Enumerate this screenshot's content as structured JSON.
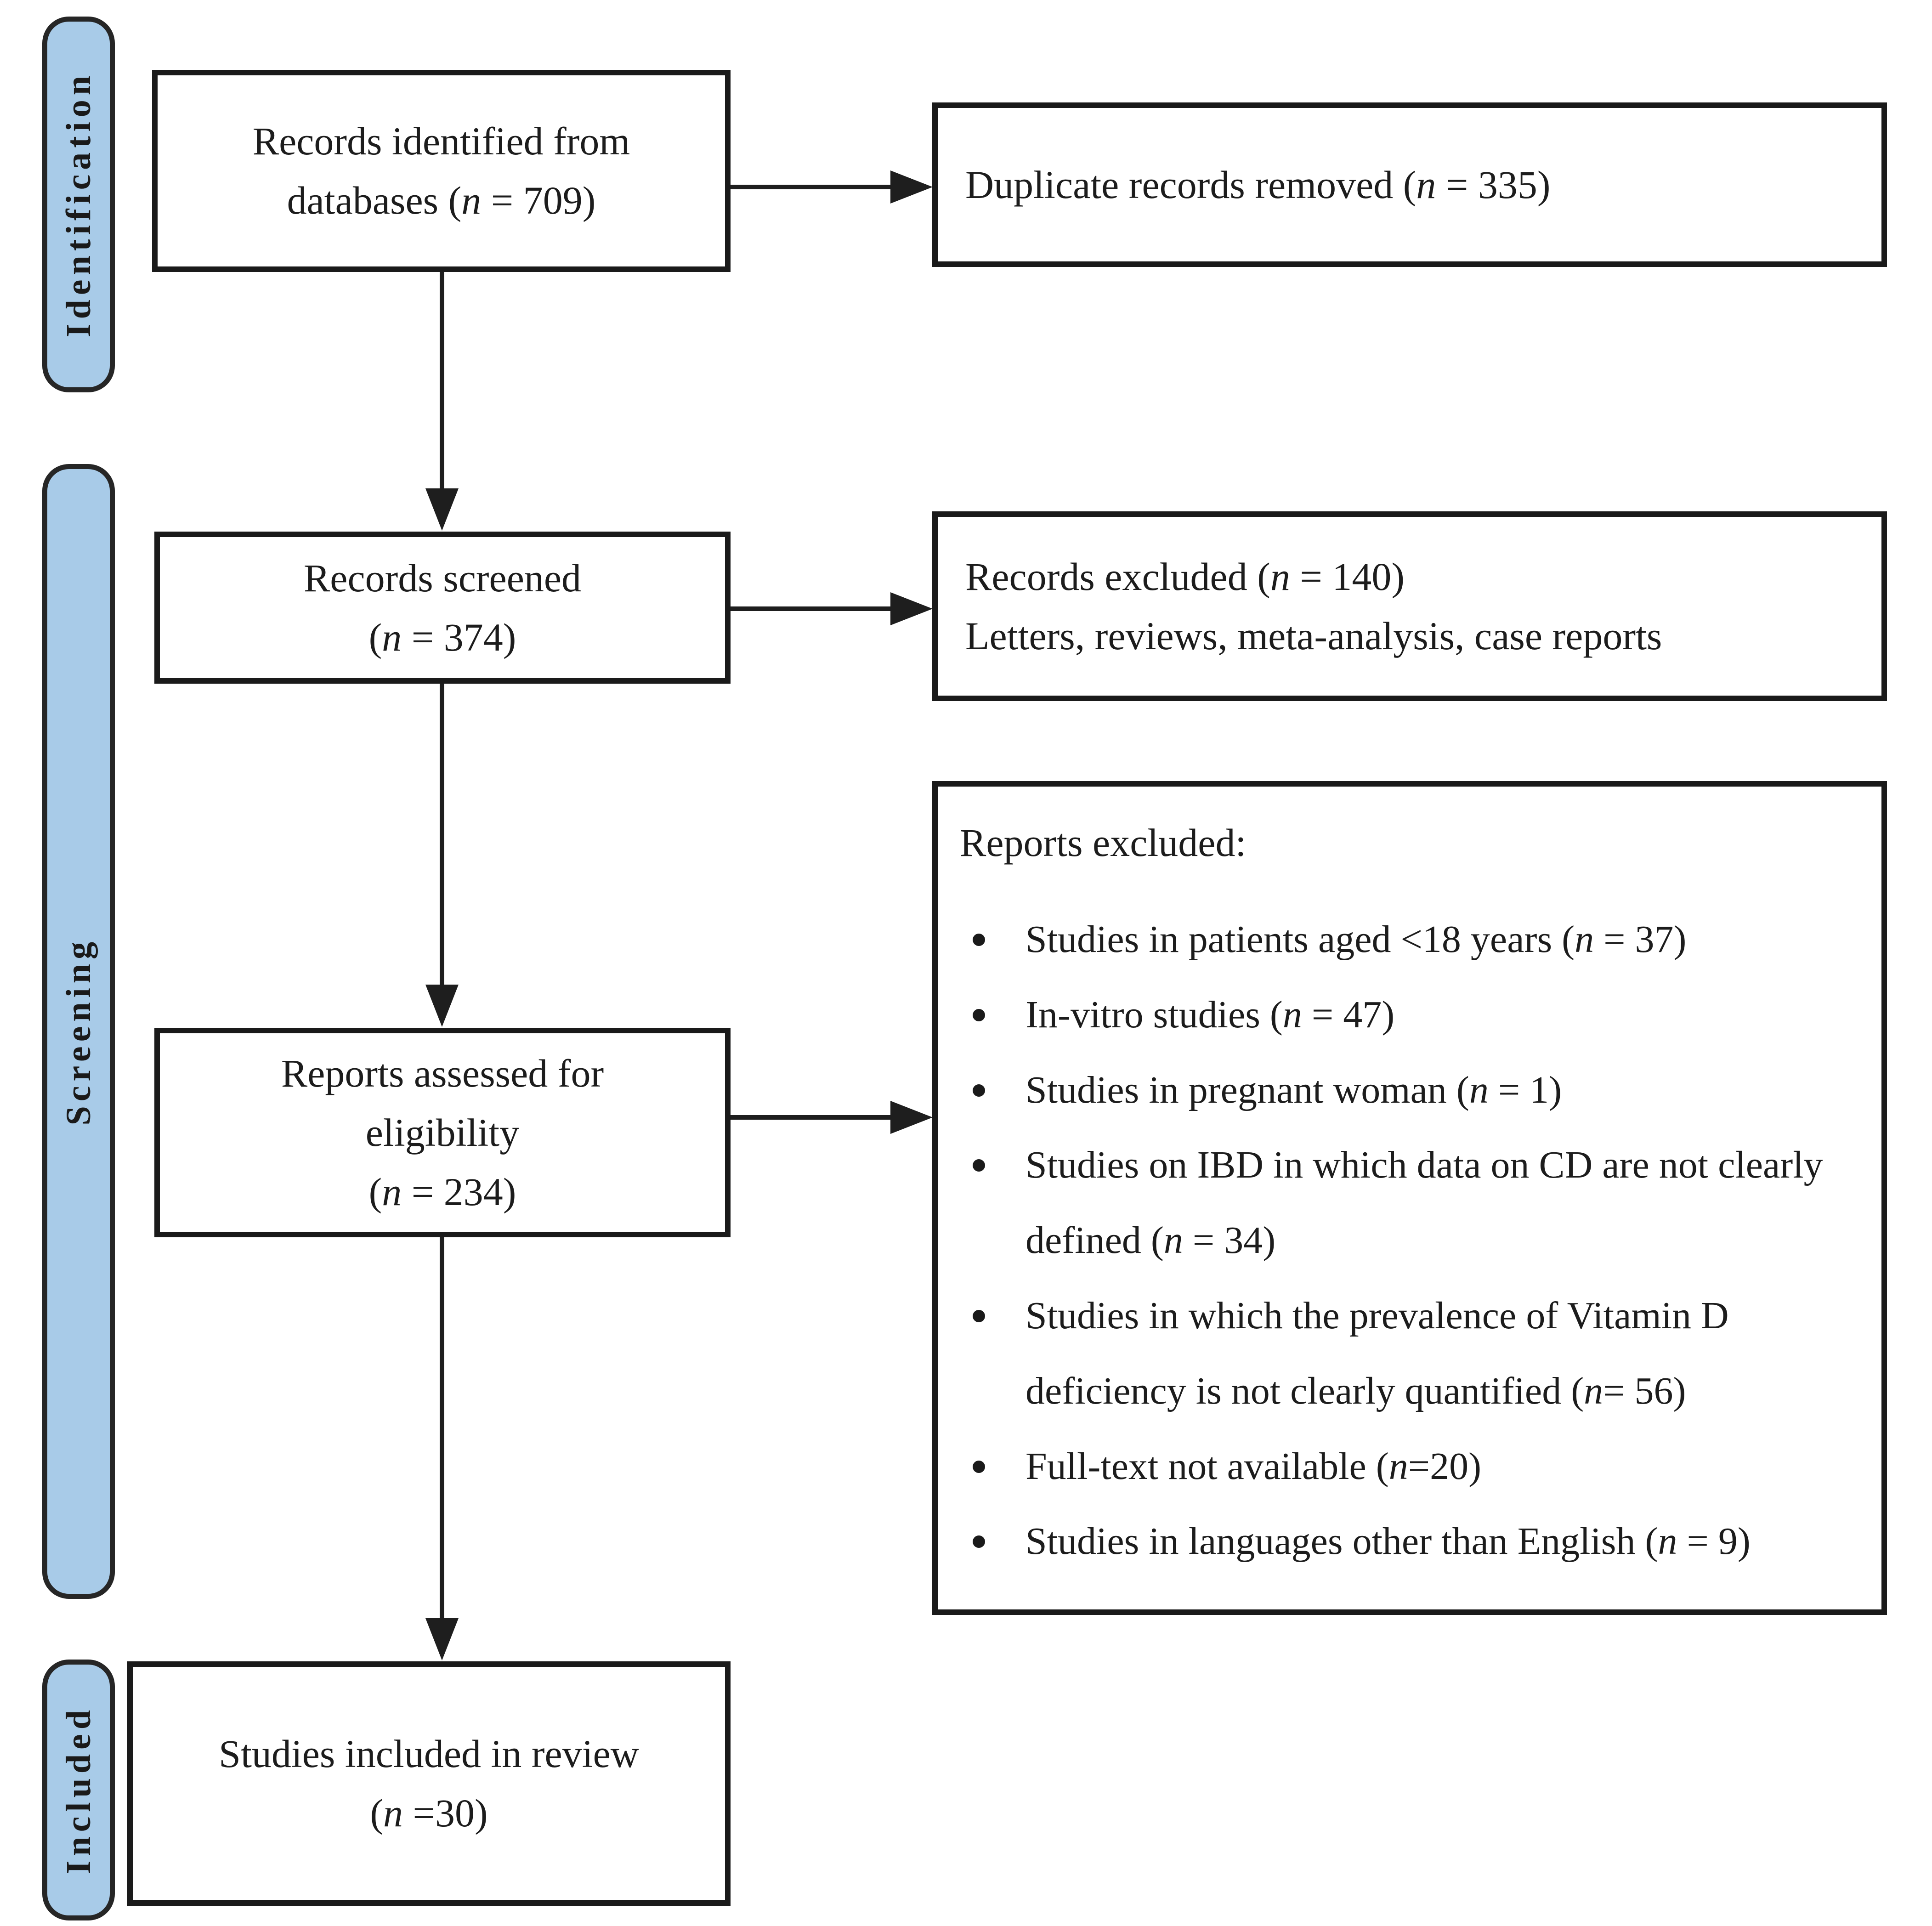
{
  "stages": {
    "identification": "Identification",
    "screening": "Screening",
    "included": "Included"
  },
  "boxes": {
    "identified": {
      "text": "Records identified from\ndatabases (n = 709)"
    },
    "duplicates": {
      "text": "Duplicate records removed  (n = 335)"
    },
    "screened": {
      "text": "Records screened\n(n = 374)"
    },
    "records_excluded": {
      "text": "Records excluded (n = 140)\nLetters, reviews, meta-analysis, case reports"
    },
    "assessed": {
      "text": "Reports assessed for\neligibility\n(n = 234)"
    },
    "reports_excluded": {
      "title": "Reports excluded:",
      "items": [
        "Studies in patients aged <18 years (n = 37)",
        "In-vitro studies (n = 47)",
        "Studies in pregnant woman (n = 1)",
        "Studies on IBD in which data on CD are not clearly defined (n = 34)",
        "Studies in which the prevalence of Vitamin D deficiency is not clearly quantified (n= 56)",
        "Full-text not available (n=20)",
        "Studies in languages other than English (n = 9)"
      ]
    },
    "included_studies": {
      "text": "Studies included in review\n(n =30)"
    }
  },
  "colors": {
    "stage_fill": "#a8cbe8",
    "line": "#1e1e1e",
    "box_border": "#1a1a1a"
  }
}
